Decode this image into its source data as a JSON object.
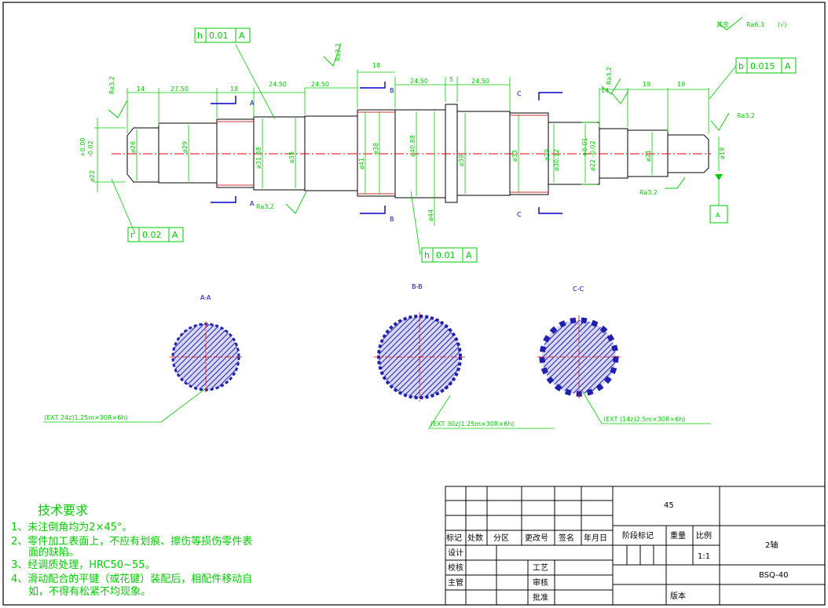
{
  "roughness": {
    "general": "Ra6.3",
    "general_prefix": "其余",
    "general_suffix": "(√)",
    "r32": "Ra3.2"
  },
  "tolerances": {
    "h_top": {
      "sym": "h",
      "val": "0.01",
      "ref": "A"
    },
    "b_right": {
      "sym": "b",
      "val": "0.015",
      "ref": "A"
    },
    "r_left": {
      "sym": "r",
      "val": "0.02",
      "ref": "A"
    },
    "h_mid": {
      "sym": "h",
      "val": "0.01",
      "ref": "A"
    },
    "datum": "A"
  },
  "lengths": [
    "14",
    "27.50",
    "18",
    "24.50",
    "24.50",
    "18",
    "24.50",
    "5",
    "24.50",
    "14",
    "19",
    "19"
  ],
  "diameters": [
    "ø26",
    "ø29",
    "ø31.88",
    "ø35",
    "ø41",
    "ø38",
    "ø40.88",
    "ø44",
    "ø39",
    "ø33",
    "ø29",
    "ø30.12",
    "ø22",
    "ø21",
    "ø19"
  ],
  "tolerance_stacks": {
    "left": {
      "upper": "+0.00",
      "lower": "-0.02",
      "dia": "ø22"
    },
    "right": {
      "upper": "+0.01",
      "lower": "-0.02",
      "dia": "ø22"
    }
  },
  "section_marks": [
    "A",
    "B",
    "C"
  ],
  "sections": [
    {
      "title": "A-A",
      "callout": "(EXT 24z)1.25m×30R×6h)"
    },
    {
      "title": "B-B",
      "callout": "(EXT 30z)1.25m×30R×6h)"
    },
    {
      "title": "C-C",
      "callout": "(EXT (14z)2.5m×30R×6h)"
    }
  ],
  "notes": {
    "heading": "技术要求",
    "items": [
      "1、未注倒角均为2×45°。",
      "2、零件加工表面上，不应有划痕、擦伤等损伤零件表",
      "面的缺陷。",
      "3、经调质处理，HRC50~55。",
      "4、滑动配合的平键（或花键）装配后，相配件移动自",
      "如，不得有松紧不均现象。"
    ]
  },
  "title_block": {
    "material": "45",
    "part_name": "2轴",
    "drawing_no": "BSQ-40",
    "header_labels": [
      "标记",
      "处数",
      "分区",
      "更改号",
      "签名",
      "年月日"
    ],
    "stage_label": "阶段标记",
    "weight_label": "重量",
    "scale_label": "比例",
    "scale_value": "1:1",
    "design_label": "设计",
    "check_label": "校核",
    "process_label": "工艺",
    "chief_label": "主管",
    "review_label": "审核",
    "approve_label": "批准",
    "version_label": "版本"
  }
}
